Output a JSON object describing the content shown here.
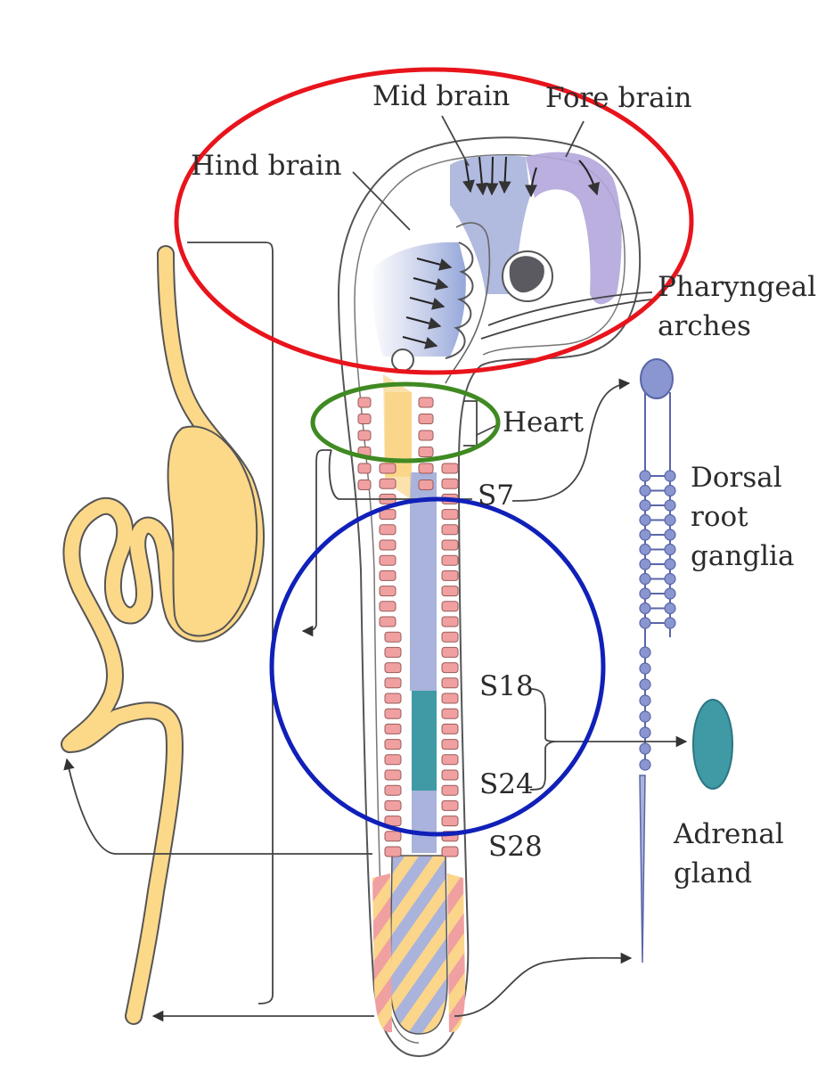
{
  "labels": {
    "mid_brain": "Mid brain",
    "fore_brain": "Fore brain",
    "hind_brain": "Hind brain",
    "pharyngeal_arches_1": "Pharyngeal",
    "pharyngeal_arches_2": "arches",
    "heart": "Heart",
    "s7": "S7",
    "dorsal_root_ganglia_1": "Dorsal",
    "dorsal_root_ganglia_2": "root",
    "dorsal_root_ganglia_3": "ganglia",
    "s18": "S18",
    "s24": "S24",
    "s28": "S28",
    "adrenal_gland_1": "Adrenal",
    "adrenal_gland_2": "gland"
  },
  "colors": {
    "highlight_red": "#e8141c",
    "highlight_green": "#3f8a22",
    "highlight_blue": "#1020b8",
    "somite": "#f0a0a0",
    "neural_tube_blue": "#a9b3dc",
    "neural_tube_yellow": "#fad58a",
    "adrenal_teal": "#3f9aa6",
    "fore_brain_purple": "#b3a6da",
    "gut_yellow": "#fcd889",
    "ganglia_blue": "#8a96cf"
  }
}
